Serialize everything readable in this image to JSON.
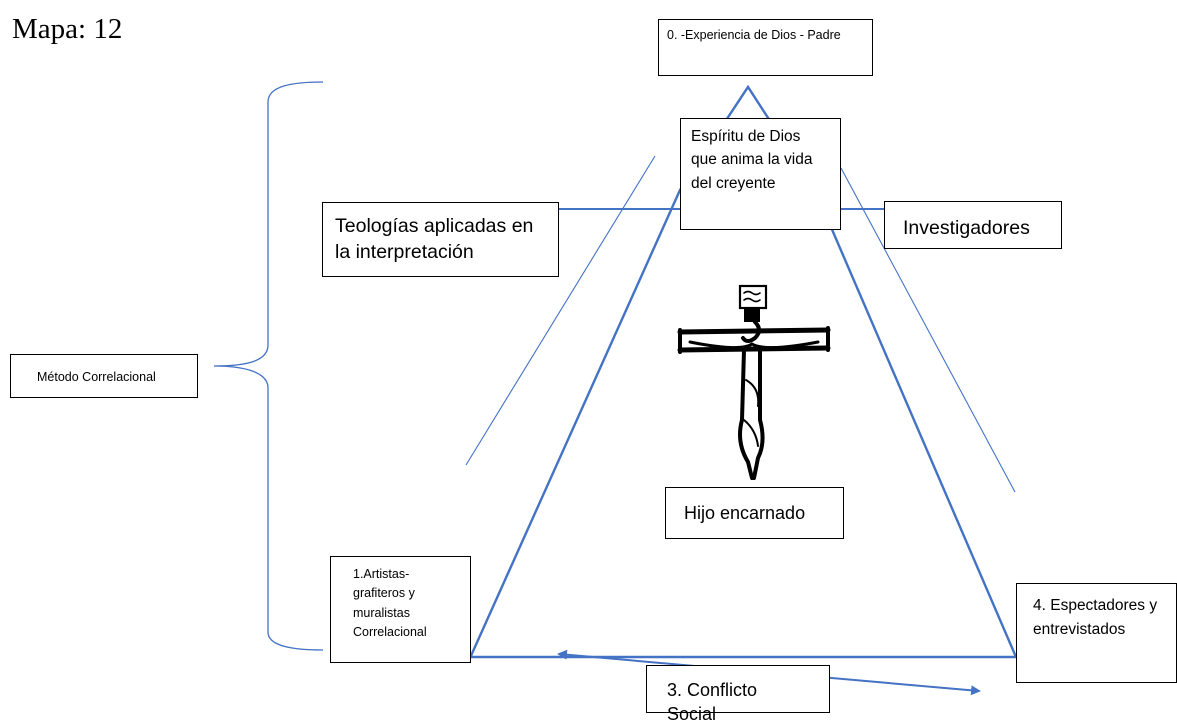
{
  "title": "Mapa: 12",
  "boxes": {
    "padre": "0. -Experiencia de Dios - Padre",
    "espiritu": "Espíritu de Dios que anima la vida del creyente",
    "teologias": "Teologías aplicadas en la interpretación",
    "investigadores": "Investigadores",
    "metodo": "Método Correlacional",
    "hijo": "Hijo encarnado",
    "artistas": "1.Artistas-grafiteros y muralistas Correlacional",
    "espectadores": "4. Espectadores y entrevistados",
    "conflicto": "3. Conflicto Social"
  },
  "colors": {
    "line": "#4472c4",
    "text": "#000000"
  },
  "icons": [
    "crucifix-icon"
  ]
}
